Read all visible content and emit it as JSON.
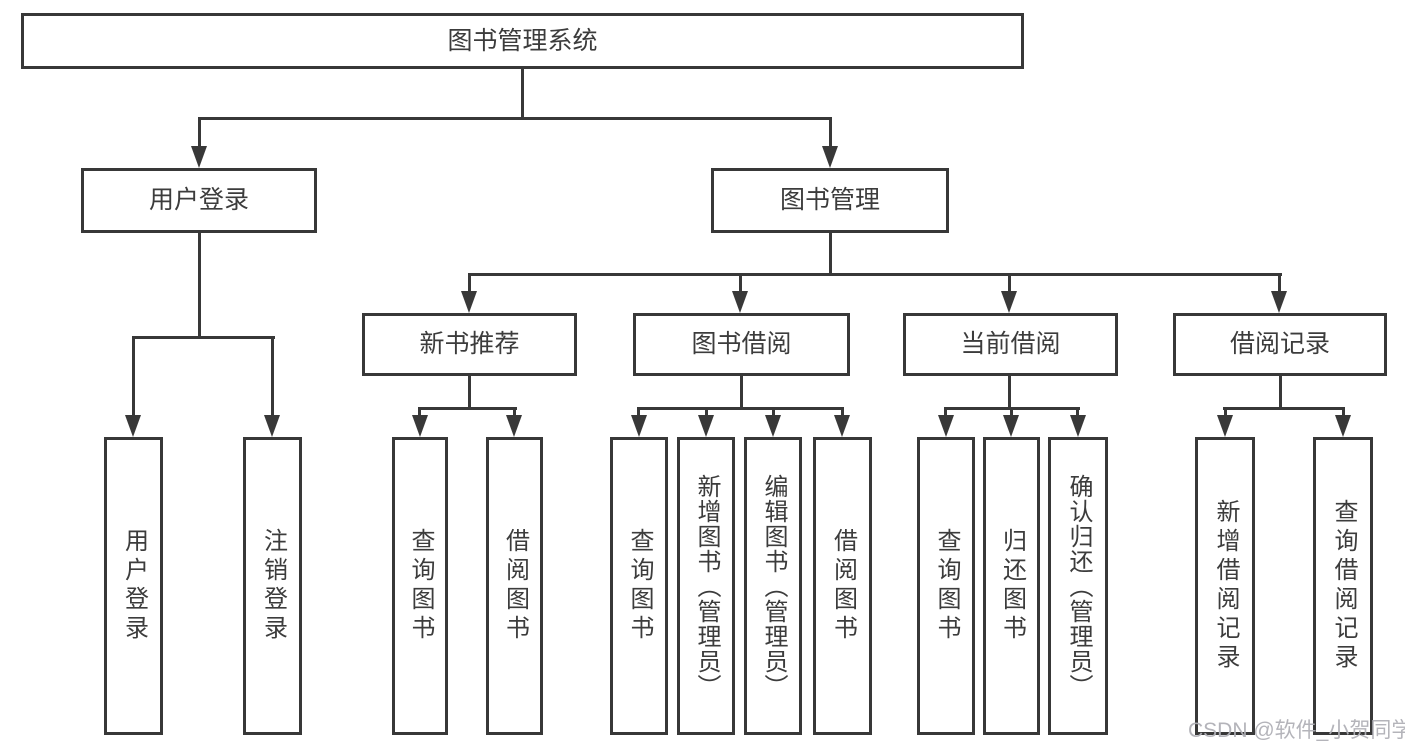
{
  "diagram": {
    "root": {
      "label": "图书管理系统"
    },
    "level2": [
      {
        "label": "用户登录"
      },
      {
        "label": "图书管理"
      }
    ],
    "level3": [
      {
        "label": "新书推荐"
      },
      {
        "label": "图书借阅"
      },
      {
        "label": "当前借阅"
      },
      {
        "label": "借阅记录"
      }
    ],
    "level4": {
      "user_login": [
        {
          "label": "用户登录"
        },
        {
          "label": "注销登录"
        }
      ],
      "new_book_recommendation": [
        {
          "label": "查询图书"
        },
        {
          "label": "借阅图书"
        }
      ],
      "book_borrowing": [
        {
          "label": "查询图书"
        },
        {
          "label": "新增图书（管理员）"
        },
        {
          "label": "编辑图书（管理员）"
        },
        {
          "label": "借阅图书"
        }
      ],
      "current_borrowing": [
        {
          "label": "查询图书"
        },
        {
          "label": "归还图书"
        },
        {
          "label": "确认归还（管理员）"
        }
      ],
      "borrowing_records": [
        {
          "label": "新增借阅记录"
        },
        {
          "label": "查询借阅记录"
        }
      ]
    }
  },
  "watermark": {
    "text": "CSDN @软件_小贺同学"
  },
  "colors": {
    "line": "#383838",
    "box_border": "#383838",
    "text": "#3c3c3c",
    "watermark": "#b0b0b6",
    "background": "#ffffff"
  }
}
